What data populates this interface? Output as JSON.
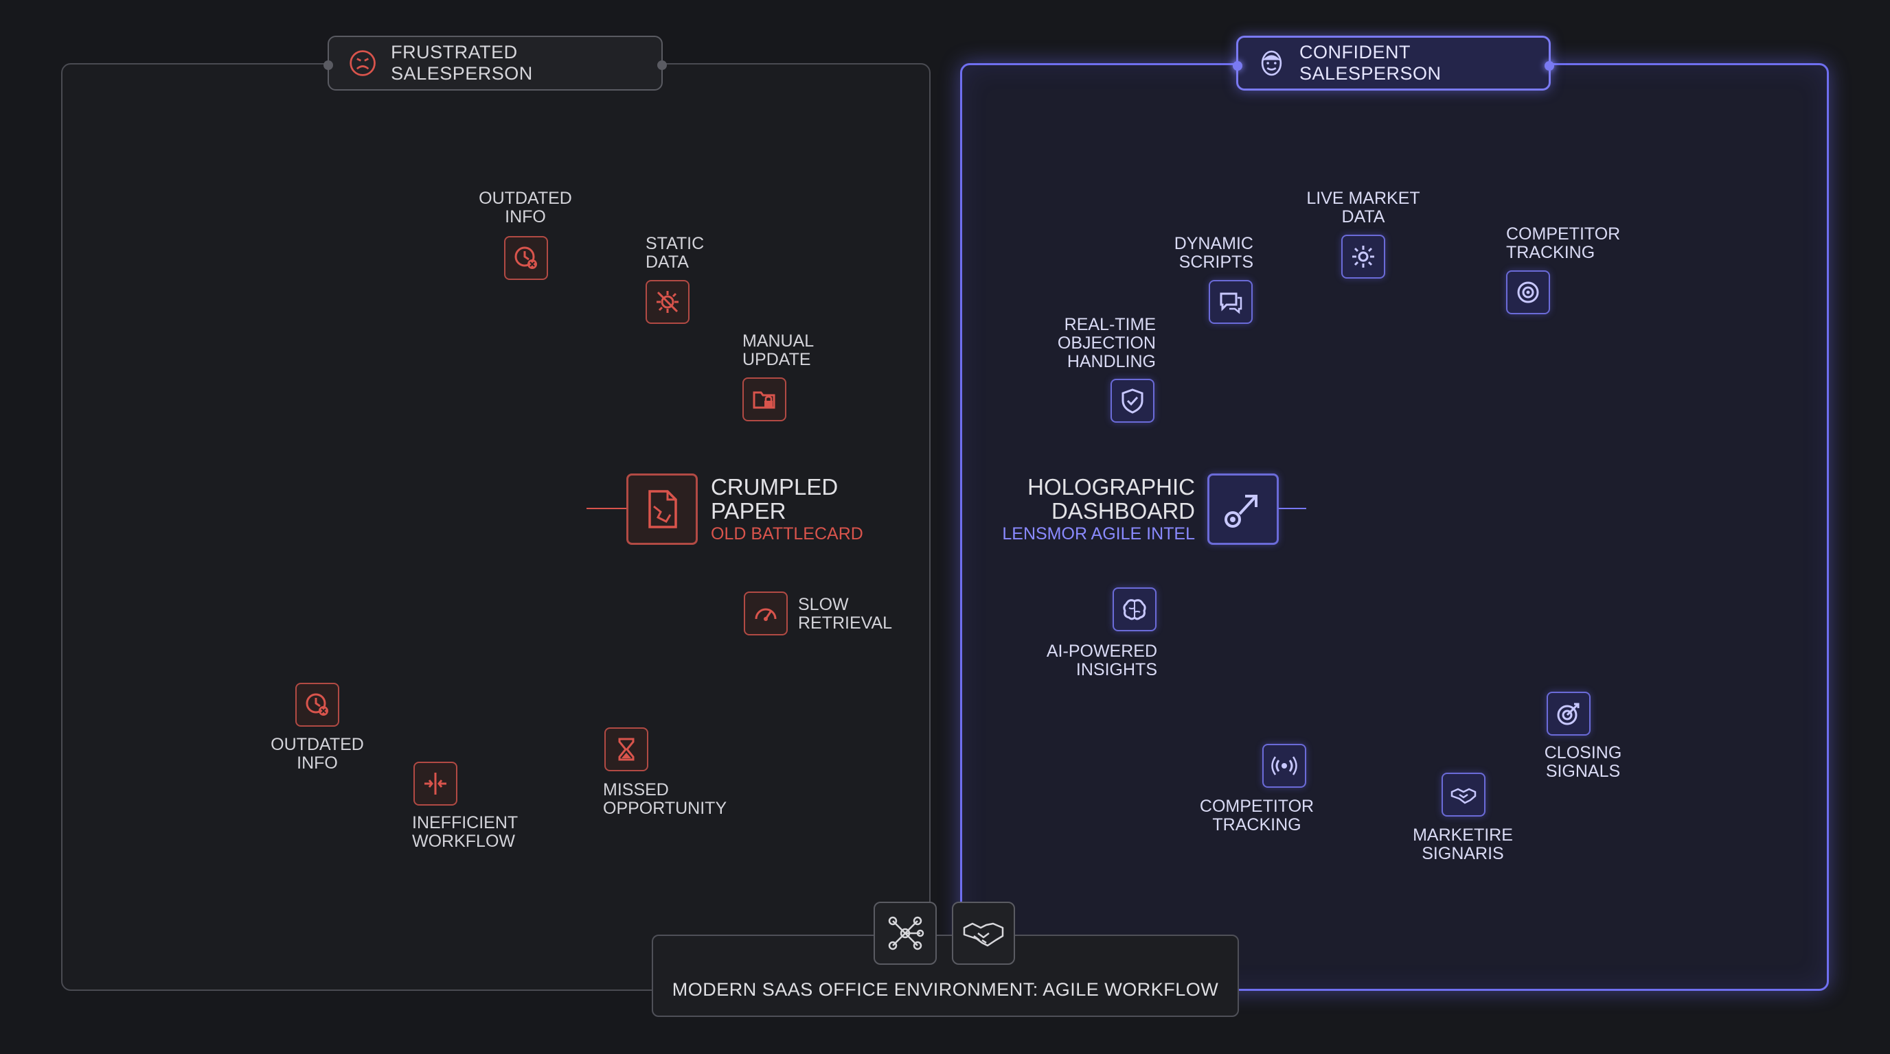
{
  "left_panel": {
    "title": "FRUSTRATED SALESPERSON",
    "labels": {
      "outdated_top": "OUTDATED\nINFO",
      "static_data": "STATIC\nDATA",
      "manual_update": "MANUAL\nUPDATE",
      "crumpled_title": "CRUMPLED\nPAPER",
      "crumpled_sub": "OLD BATTLECARD",
      "slow_retrieval": "SLOW\nRETRIEVAL",
      "outdated_bottom": "OUTDATED\nINFO",
      "inefficient": "INEFFICIENT\nWORKFLOW",
      "missed": "MISSED\nOPPORTUNITY"
    }
  },
  "right_panel": {
    "title": "CONFIDENT SALESPERSON",
    "labels": {
      "live_market": "LIVE MARKET\nDATA",
      "dynamic_scripts": "DYNAMIC\nSCRIPTS",
      "competitor_top": "COMPETITOR\nTRACKING",
      "objection": "REAL-TIME\nOBJECTION\nHANDLING",
      "holo_title": "HOLOGRAPHIC\nDASHBOARD",
      "holo_sub": "LENSMOR AGILE INTEL",
      "ai_insights": "AI-POWERED\nINSIGHTS",
      "competitor_bottom": "COMPETITOR\nTRACKING",
      "marketire": "MARKETIRE\nSIGNARIS",
      "closing": "CLOSING\nSIGNALS"
    }
  },
  "footer": {
    "label": "MODERN SAAS OFFICE ENVIRONMENT: AGILE WORKFLOW"
  },
  "colors": {
    "red_accent": "#d9544c",
    "blue_accent": "#7878f5",
    "background": "#17181c"
  },
  "icons": {
    "left_title": "frustrated-face-icon",
    "right_title": "confident-face-icon",
    "footer_left": "network-nodes-icon",
    "footer_right": "handshake-icon"
  }
}
